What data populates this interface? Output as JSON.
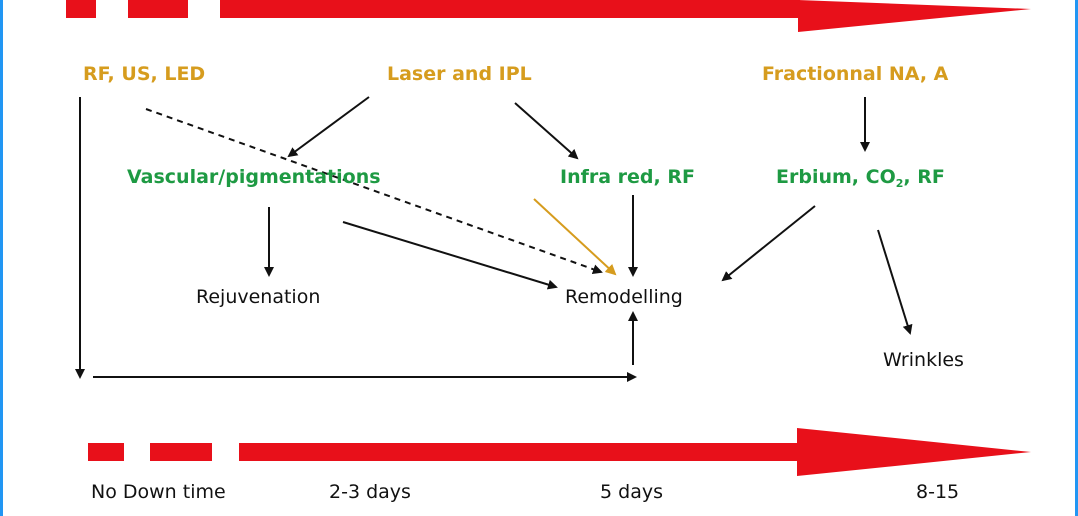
{
  "colors": {
    "timeline": "#e8101a",
    "gold": "#d69c1e",
    "green": "#1e9a43",
    "text": "#111111",
    "frame": "#2196f3"
  },
  "nodes": {
    "rf_us_led": "RF, US, LED",
    "laser_ipl": "Laser and IPL",
    "fractionnal": "Fractionnal NA, A",
    "vascular": "Vascular/pigmentations",
    "infra_red": "Infra red, RF",
    "erbium_prefix": "Erbium, CO",
    "erbium_sub": "2",
    "erbium_suffix": ", RF",
    "rejuvenation": "Rejuvenation",
    "remodelling": "Remodelling",
    "wrinkles": "Wrinkles"
  },
  "timeline": {
    "labels": [
      "No Down time",
      "2-3 days",
      "5 days",
      "8-15"
    ]
  }
}
